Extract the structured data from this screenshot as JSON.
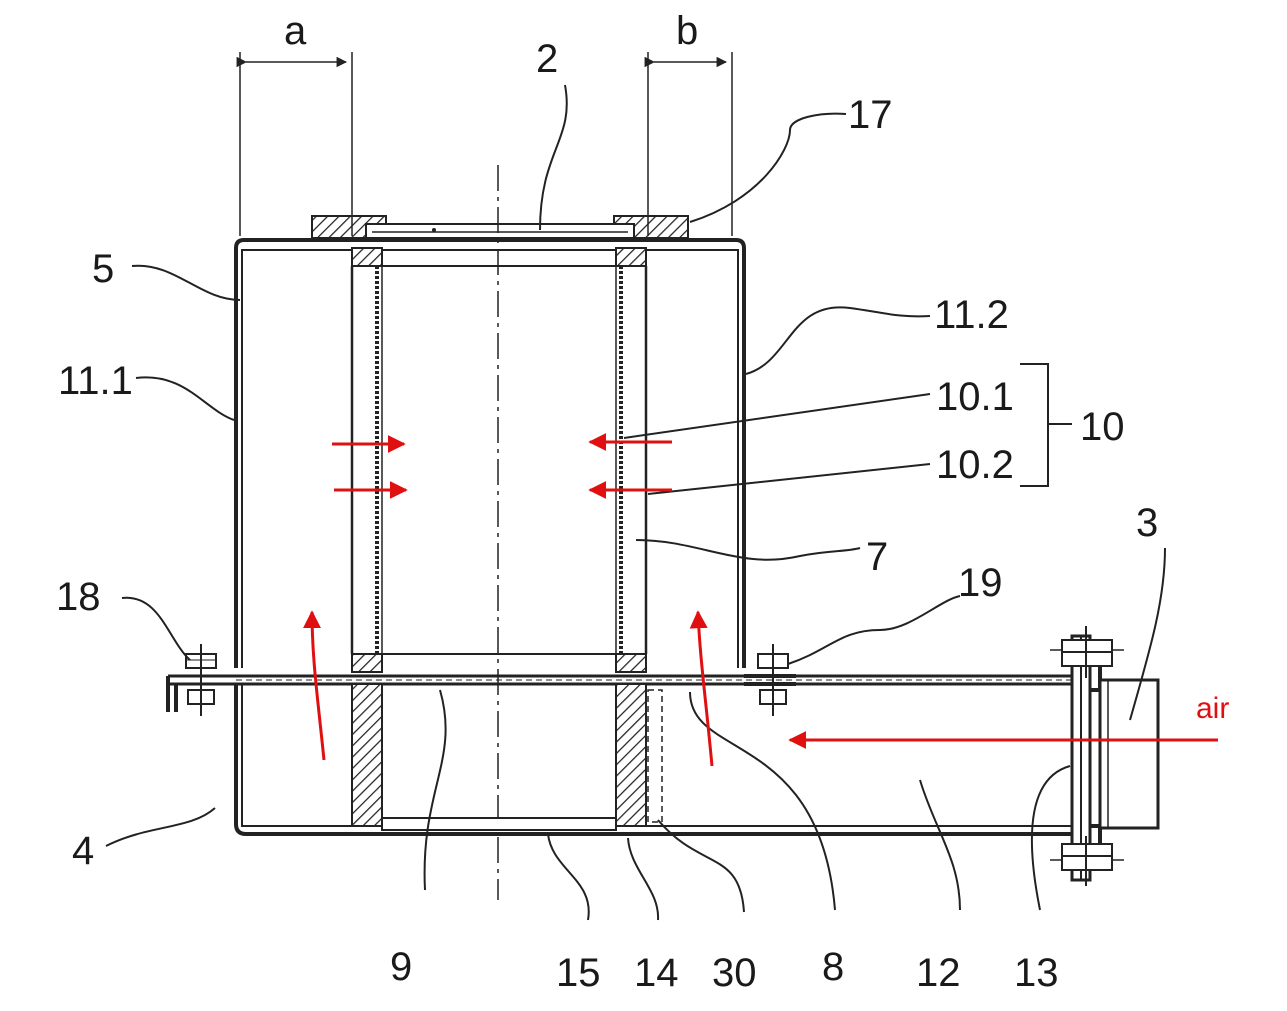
{
  "figure": {
    "dimensions": {
      "a": "a",
      "b": "b"
    },
    "flow_label": "air",
    "flow_color": "#e01010",
    "ink_color": "#222222",
    "reference_numerals": {
      "n2": "2",
      "n3": "3",
      "n4": "4",
      "n5": "5",
      "n7": "7",
      "n8": "8",
      "n9": "9",
      "n10": "10",
      "n10_1": "10.1",
      "n10_2": "10.2",
      "n11_1": "11.1",
      "n11_2": "11.2",
      "n12": "12",
      "n13": "13",
      "n14": "14",
      "n15": "15",
      "n17": "17",
      "n18": "18",
      "n19": "19",
      "n30": "30"
    }
  }
}
